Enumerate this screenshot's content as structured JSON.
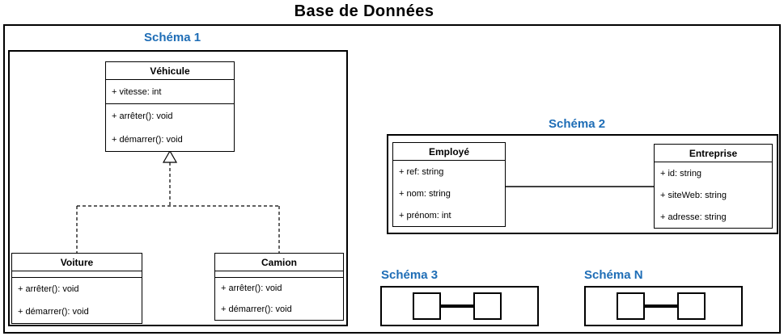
{
  "title": "Base de Données",
  "colors": {
    "schema_label": "#1e6db6",
    "line": "#000000"
  },
  "schemas": {
    "s1": {
      "label": "Schéma 1",
      "classes": {
        "vehicule": {
          "name": "Véhicule",
          "attributes": [
            "+ vitesse: int"
          ],
          "methods": [
            "+ arrêter(): void",
            "+ démarrer(): void"
          ]
        },
        "voiture": {
          "name": "Voiture",
          "attributes": [],
          "methods": [
            "+ arrêter(): void",
            "+ démarrer(): void"
          ]
        },
        "camion": {
          "name": "Camion",
          "attributes": [],
          "methods": [
            "+ arrêter(): void",
            "+ démarrer(): void"
          ]
        }
      }
    },
    "s2": {
      "label": "Schéma 2",
      "classes": {
        "employe": {
          "name": "Employé",
          "attributes": [
            "+ ref: string",
            "+ nom: string",
            "+ prénom: int"
          ]
        },
        "entreprise": {
          "name": "Entreprise",
          "attributes": [
            "+ id: string",
            "+ siteWeb: string",
            "+ adresse: string"
          ]
        }
      }
    },
    "s3": {
      "label": "Schéma 3"
    },
    "sN": {
      "label": "Schéma N"
    }
  }
}
